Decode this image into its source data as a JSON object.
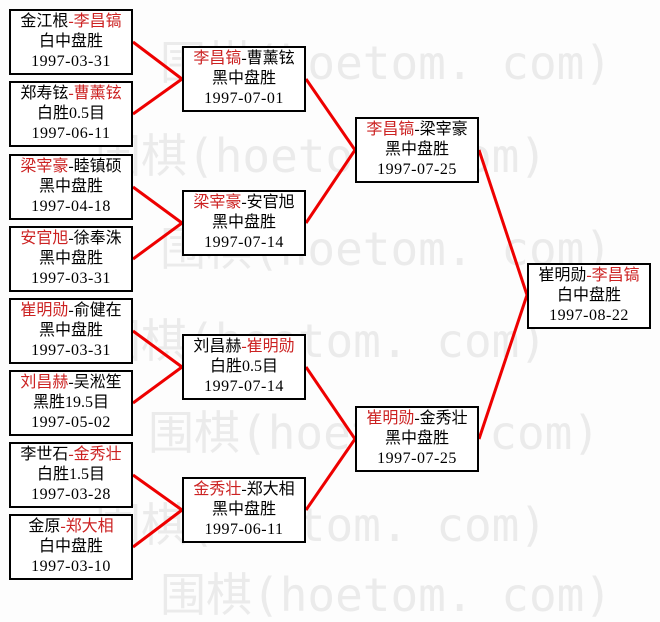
{
  "page": {
    "background": "#fdfdfd"
  },
  "colors": {
    "winner_text": "#cc2222",
    "normal_text": "#000000",
    "connector": "#ee0000",
    "box_border": "#000000",
    "watermark": "#ebebeb"
  },
  "separator": "-",
  "watermark": {
    "text": "围棋(hoetom. com)"
  },
  "bracket": {
    "round1": [
      {
        "player1": "金江根",
        "player2": "李昌镐",
        "winner": "player2",
        "result": "白中盘胜",
        "date": "1997-03-31",
        "p1_color": "#000000",
        "p2_color": "#cc2222",
        "dash_color": "#cc2222"
      },
      {
        "player1": "郑寿铉",
        "player2": "曹薰铉",
        "winner": "player2",
        "result": "白胜0.5目",
        "date": "1997-06-11",
        "p1_color": "#000000",
        "p2_color": "#cc2222",
        "dash_color": "#cc2222"
      },
      {
        "player1": "梁宰豪",
        "player2": "睦镇硕",
        "winner": "player1",
        "result": "黑中盘胜",
        "date": "1997-04-18",
        "p1_color": "#cc2222",
        "p2_color": "#000000",
        "dash_color": "#000000"
      },
      {
        "player1": "安官旭",
        "player2": "徐奉洙",
        "winner": "player1",
        "result": "黑中盘胜",
        "date": "1997-03-31",
        "p1_color": "#cc2222",
        "p2_color": "#000000",
        "dash_color": "#000000"
      },
      {
        "player1": "崔明勋",
        "player2": "俞健在",
        "winner": "player1",
        "result": "黑中盘胜",
        "date": "1997-03-31",
        "p1_color": "#cc2222",
        "p2_color": "#000000",
        "dash_color": "#000000"
      },
      {
        "player1": "刘昌赫",
        "player2": "吴淞笙",
        "winner": "player1",
        "result": "黑胜19.5目",
        "date": "1997-05-02",
        "p1_color": "#cc2222",
        "p2_color": "#000000",
        "dash_color": "#000000"
      },
      {
        "player1": "李世石",
        "player2": "金秀壮",
        "winner": "player2",
        "result": "白胜1.5目",
        "date": "1997-03-28",
        "p1_color": "#000000",
        "p2_color": "#cc2222",
        "dash_color": "#cc2222"
      },
      {
        "player1": "金原",
        "player2": "郑大相",
        "winner": "player2",
        "result": "白中盘胜",
        "date": "1997-03-10",
        "p1_color": "#000000",
        "p2_color": "#cc2222",
        "dash_color": "#cc2222"
      }
    ],
    "round2": [
      {
        "player1": "李昌镐",
        "player2": "曹薰铉",
        "winner": "player1",
        "result": "黑中盘胜",
        "date": "1997-07-01",
        "p1_color": "#cc2222",
        "p2_color": "#000000",
        "dash_color": "#000000"
      },
      {
        "player1": "梁宰豪",
        "player2": "安官旭",
        "winner": "player1",
        "result": "黑中盘胜",
        "date": "1997-07-14",
        "p1_color": "#cc2222",
        "p2_color": "#000000",
        "dash_color": "#000000"
      },
      {
        "player1": "刘昌赫",
        "player2": "崔明勋",
        "winner": "player2",
        "result": "白胜0.5目",
        "date": "1997-07-14",
        "p1_color": "#000000",
        "p2_color": "#cc2222",
        "dash_color": "#cc2222"
      },
      {
        "player1": "金秀壮",
        "player2": "郑大相",
        "winner": "player1",
        "result": "黑中盘胜",
        "date": "1997-06-11",
        "p1_color": "#cc2222",
        "p2_color": "#000000",
        "dash_color": "#000000"
      }
    ],
    "semifinals": [
      {
        "player1": "李昌镐",
        "player2": "梁宰豪",
        "winner": "player1",
        "result": "黑中盘胜",
        "date": "1997-07-25",
        "p1_color": "#cc2222",
        "p2_color": "#000000",
        "dash_color": "#000000"
      },
      {
        "player1": "崔明勋",
        "player2": "金秀壮",
        "winner": "player1",
        "result": "黑中盘胜",
        "date": "1997-07-25",
        "p1_color": "#cc2222",
        "p2_color": "#000000",
        "dash_color": "#000000"
      }
    ],
    "final": {
      "player1": "崔明勋",
      "player2": "李昌镐",
      "winner": "player2",
      "result": "白中盘胜",
      "date": "1997-08-22",
      "p1_color": "#000000",
      "p2_color": "#cc2222",
      "dash_color": "#cc2222"
    }
  }
}
